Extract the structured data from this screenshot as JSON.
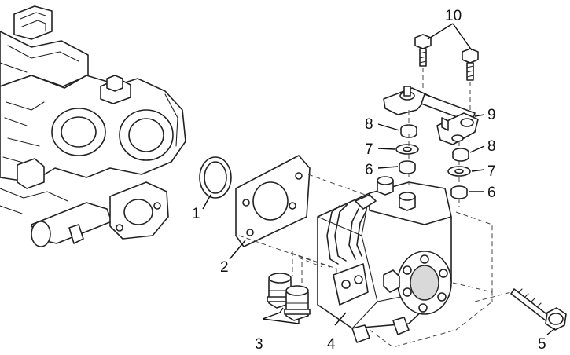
{
  "callouts": {
    "c1": "1",
    "c2": "2",
    "c3": "3",
    "c4": "4",
    "c5": "5",
    "c6a": "6",
    "c6b": "6",
    "c7a": "7",
    "c7b": "7",
    "c8a": "8",
    "c8b": "8",
    "c9": "9",
    "c10": "10"
  }
}
